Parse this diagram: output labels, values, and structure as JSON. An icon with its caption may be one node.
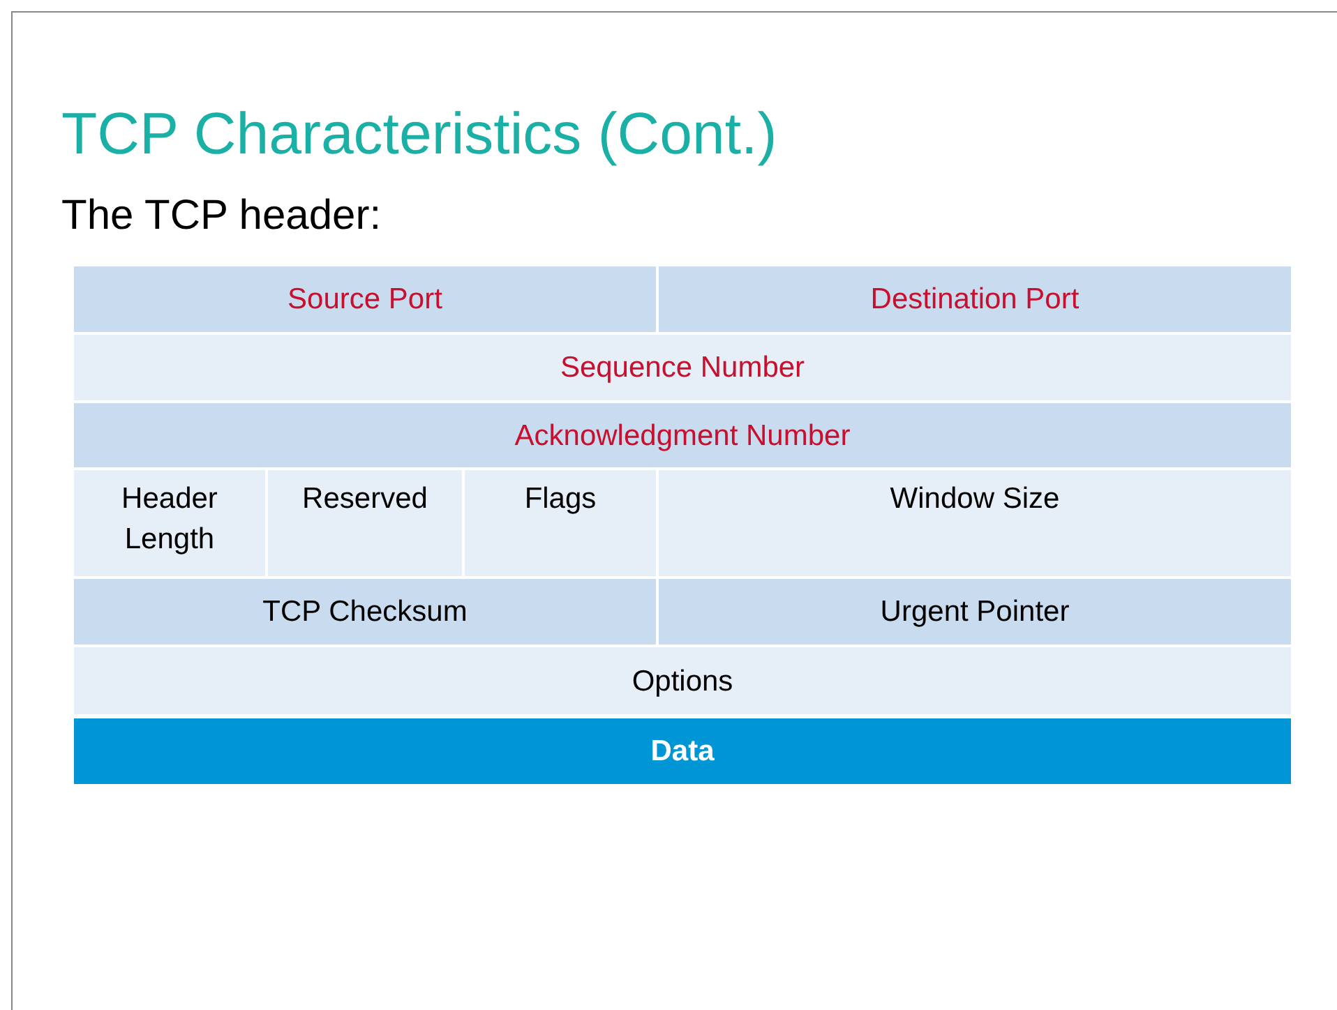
{
  "diagram": {
    "title": "TCP Characteristics (Cont.)",
    "labels": [
      "The TCP header:",
      "Source Port",
      "Destination Port",
      "Sequence Number",
      "Acknowledgment Number",
      "Header Length",
      "Reserved",
      "Flags",
      "Window Size",
      "TCP Checksum",
      "Urgent Pointer",
      "Options",
      "Data"
    ]
  }
}
